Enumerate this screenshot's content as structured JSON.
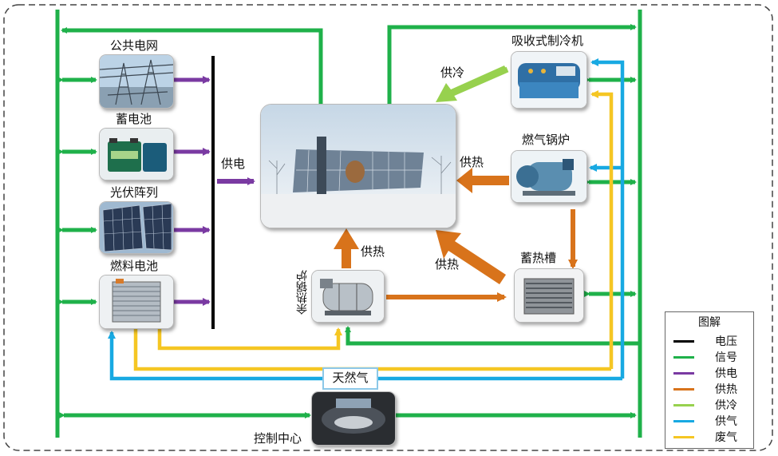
{
  "colors": {
    "voltage": "#000000",
    "signal": "#1fb14a",
    "power": "#7a3aa2",
    "heat": "#d8731b",
    "cooling": "#97d14e",
    "gas": "#18a9e2",
    "exhaust": "#f5c623"
  },
  "components": {
    "public_grid": "公共电网",
    "battery": "蓄电池",
    "pv_array": "光伏阵列",
    "fuel_cell": "燃料电池",
    "absorption_chiller": "吸收式制冷机",
    "gas_boiler": "燃气锅炉",
    "heat_storage": "蓄热槽",
    "waste_heat_boiler": "余热锅炉",
    "natural_gas": "天然气",
    "control_center": "控制中心"
  },
  "flow_labels": {
    "power_supply": "供电",
    "cooling_supply": "供冷",
    "heat_from_boiler": "供热",
    "heat_from_waste": "供热",
    "heat_from_storage": "供热"
  },
  "legend": {
    "title": "图解",
    "items": [
      {
        "label": "电压",
        "color": "#000000"
      },
      {
        "label": "信号",
        "color": "#1fb14a"
      },
      {
        "label": "供电",
        "color": "#7a3aa2"
      },
      {
        "label": "供热",
        "color": "#d8731b"
      },
      {
        "label": "供冷",
        "color": "#97d14e"
      },
      {
        "label": "供气",
        "color": "#18a9e2"
      },
      {
        "label": "废气",
        "color": "#f5c623"
      }
    ]
  }
}
